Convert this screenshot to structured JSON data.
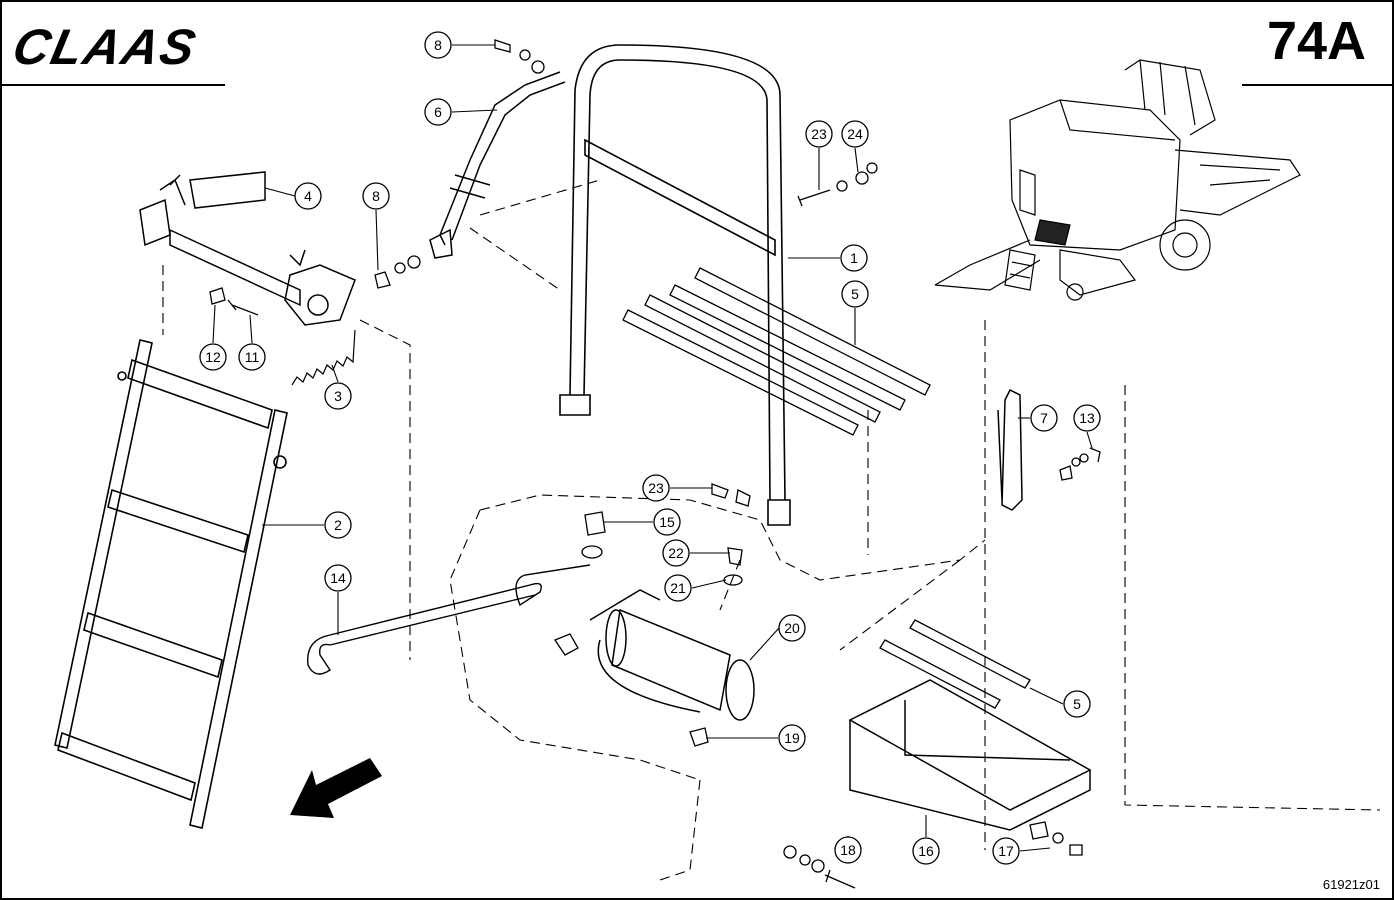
{
  "header": {
    "brand": "CLAAS",
    "page_number": "74A"
  },
  "footer": {
    "drawing_number": "61921z01"
  },
  "callouts": [
    {
      "id": "c8a",
      "label": "8"
    },
    {
      "id": "c6",
      "label": "6"
    },
    {
      "id": "c4",
      "label": "4"
    },
    {
      "id": "c8b",
      "label": "8"
    },
    {
      "id": "c23a",
      "label": "23"
    },
    {
      "id": "c24",
      "label": "24"
    },
    {
      "id": "c1",
      "label": "1"
    },
    {
      "id": "c5a",
      "label": "5"
    },
    {
      "id": "c12",
      "label": "12"
    },
    {
      "id": "c11",
      "label": "11"
    },
    {
      "id": "c3",
      "label": "3"
    },
    {
      "id": "c7",
      "label": "7"
    },
    {
      "id": "c13",
      "label": "13"
    },
    {
      "id": "c2",
      "label": "2"
    },
    {
      "id": "c23b",
      "label": "23"
    },
    {
      "id": "c15",
      "label": "15"
    },
    {
      "id": "c22",
      "label": "22"
    },
    {
      "id": "c21",
      "label": "21"
    },
    {
      "id": "c14",
      "label": "14"
    },
    {
      "id": "c20",
      "label": "20"
    },
    {
      "id": "c5b",
      "label": "5"
    },
    {
      "id": "c19",
      "label": "19"
    },
    {
      "id": "c16",
      "label": "16"
    },
    {
      "id": "c17",
      "label": "17"
    },
    {
      "id": "c18",
      "label": "18"
    }
  ]
}
